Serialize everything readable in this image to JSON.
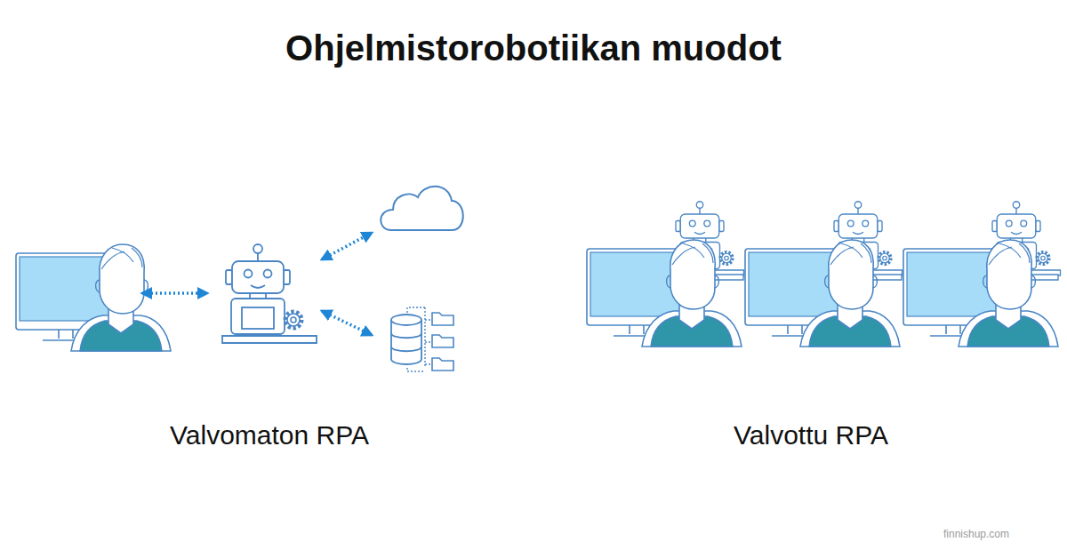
{
  "diagram": {
    "title": "Ohjelmistorobotiikan muodot",
    "labels": [
      "Valvomaton RPA",
      "Valvottu RPA",
      "finnishup.com"
    ]
  }
}
